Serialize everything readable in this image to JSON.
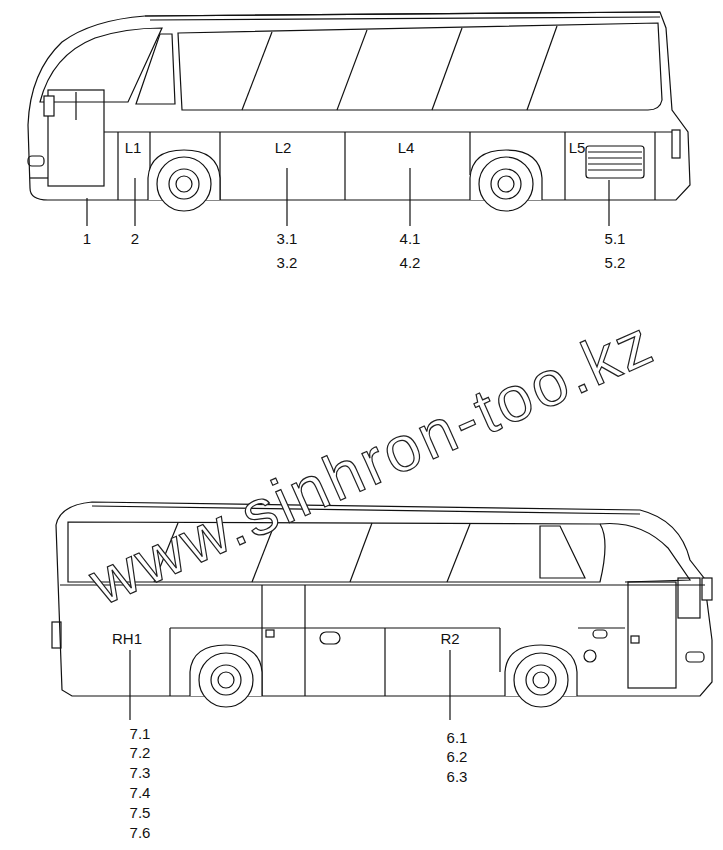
{
  "diagram": {
    "labels": [
      "L1",
      "L2",
      "L4",
      "L5",
      "1",
      "2",
      "3.1",
      "3.2",
      "4.1",
      "4.2",
      "5.1",
      "5.2",
      "www.sinhron-too.kz",
      "RH1",
      "R2",
      "7.1",
      "7.2",
      "7.3",
      "7.4",
      "7.5",
      "7.6",
      "6.1",
      "6.2",
      "6.3"
    ]
  }
}
